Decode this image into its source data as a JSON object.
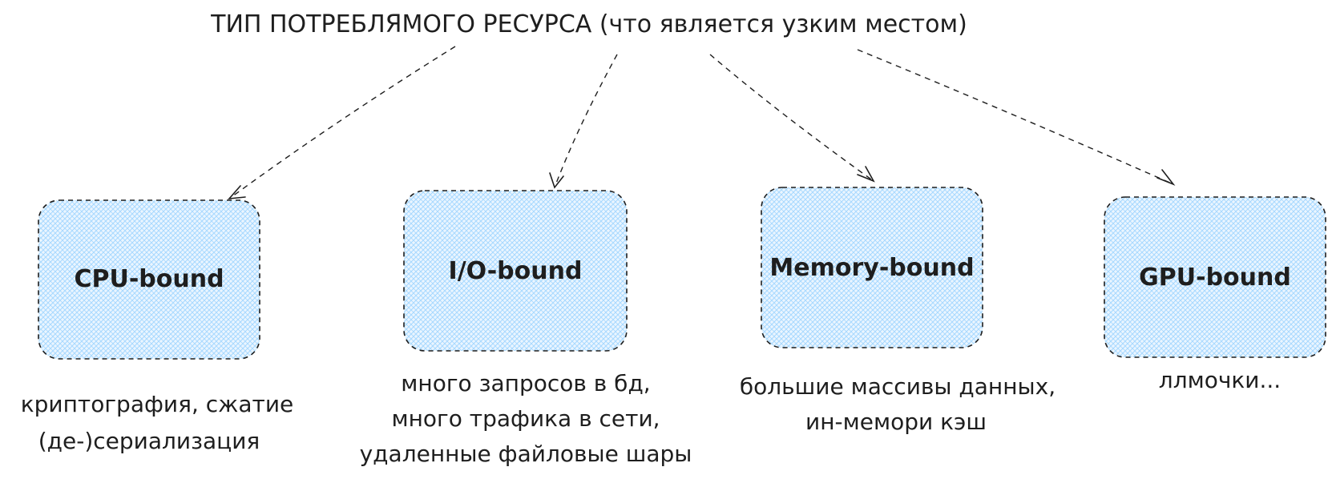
{
  "title": "ТИП ПОТРЕБЛЯМОГО РЕСУРСА (что является узким местом)",
  "colors": {
    "box_fill": "#a5d8ff",
    "stroke": "#1e1e1e",
    "text": "#1e1e1e"
  },
  "nodes": [
    {
      "id": "cpu",
      "label": "CPU-bound",
      "description": [
        "криптография, сжатие",
        "(де-)сериализация"
      ]
    },
    {
      "id": "io",
      "label": "I/O-bound",
      "description": [
        "много запросов в бд,",
        "много трафика в сети,",
        "удаленные файловые шары"
      ]
    },
    {
      "id": "memory",
      "label": "Memory-bound",
      "description": [
        "большие массивы данных,",
        "ин-мемори кэш"
      ]
    },
    {
      "id": "gpu",
      "label": "GPU-bound",
      "description": [
        "ллмочки..."
      ]
    }
  ],
  "edges": [
    {
      "from": "title",
      "to": "cpu"
    },
    {
      "from": "title",
      "to": "io"
    },
    {
      "from": "title",
      "to": "memory"
    },
    {
      "from": "title",
      "to": "gpu"
    }
  ]
}
